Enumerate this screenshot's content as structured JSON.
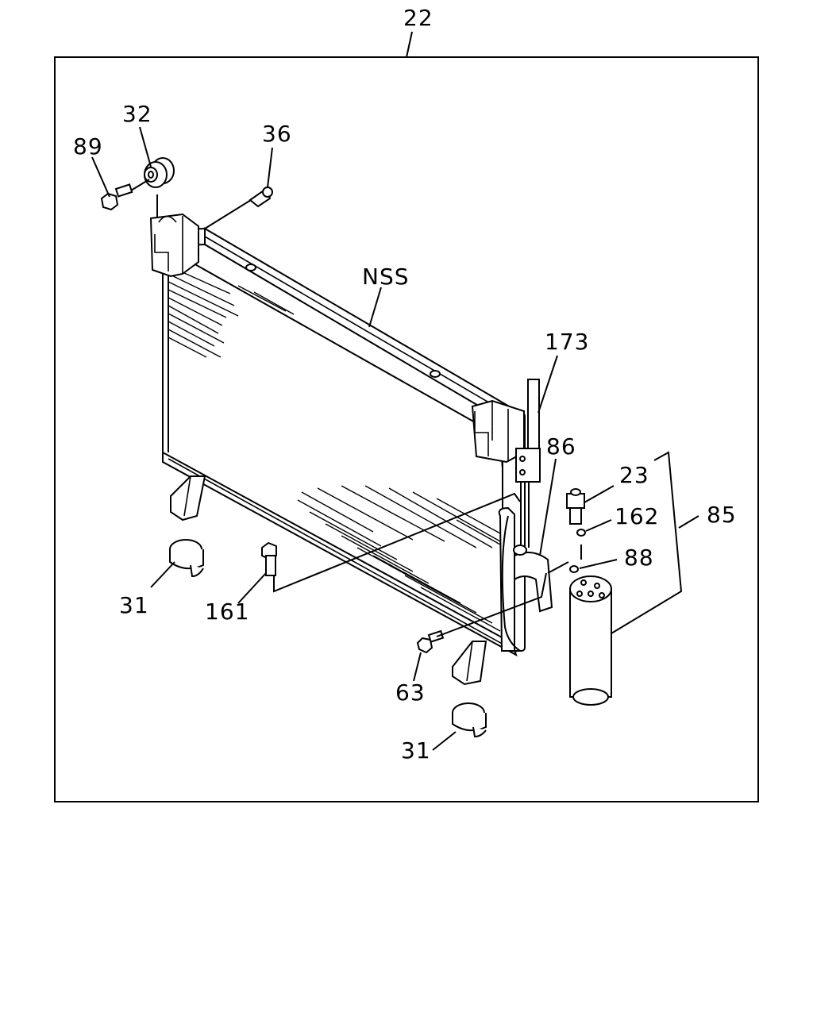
{
  "diagram": {
    "callouts": [
      {
        "id": "c22",
        "text": "22"
      },
      {
        "id": "c32",
        "text": "32"
      },
      {
        "id": "c89",
        "text": "89"
      },
      {
        "id": "c36",
        "text": "36"
      },
      {
        "id": "cNSS",
        "text": "NSS"
      },
      {
        "id": "c173",
        "text": "173"
      },
      {
        "id": "c86",
        "text": "86"
      },
      {
        "id": "c23",
        "text": "23"
      },
      {
        "id": "c162",
        "text": "162"
      },
      {
        "id": "c85",
        "text": "85"
      },
      {
        "id": "c88",
        "text": "88"
      },
      {
        "id": "c31a",
        "text": "31"
      },
      {
        "id": "c161",
        "text": "161"
      },
      {
        "id": "c63",
        "text": "63"
      },
      {
        "id": "c31b",
        "text": "31"
      }
    ]
  }
}
